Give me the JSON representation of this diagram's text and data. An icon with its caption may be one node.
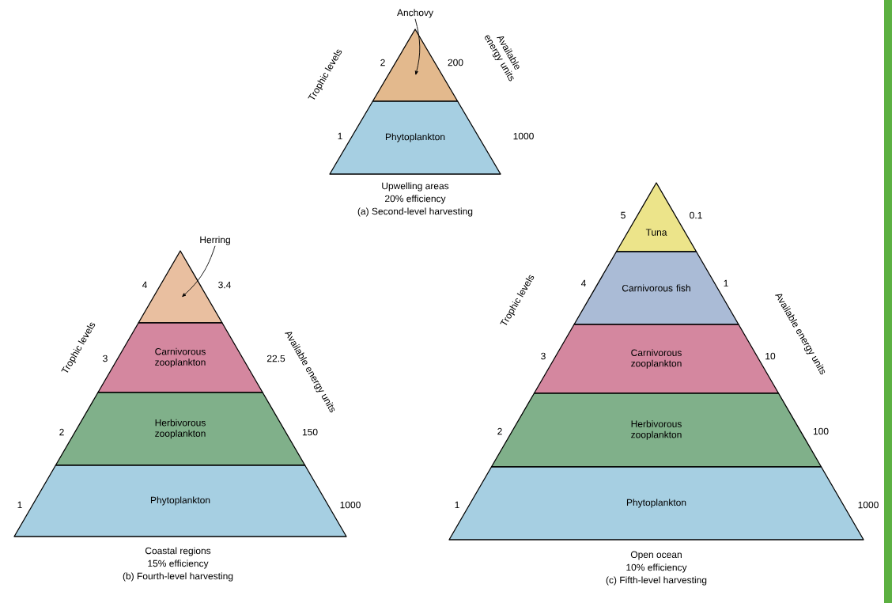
{
  "diagram": {
    "nodes": [
      {
        "text": [
          "Anchovy"
        ]
      },
      {
        "text": [],
        "shape": "triangle"
      },
      {
        "text": [
          "Phytoplankton"
        ]
      },
      {
        "text": [
          "Herring"
        ]
      },
      {
        "text": [],
        "shape": "triangle"
      },
      {
        "text": [
          "Carnivorous zooplankton"
        ]
      },
      {
        "text": [
          "Herbivorous zooplankton"
        ]
      },
      {
        "text": [
          "Phytoplankton"
        ]
      },
      {
        "text": [
          "Tuna"
        ]
      },
      {
        "text": [
          "Carnivorous fish"
        ]
      },
      {
        "text": [
          "Carnivorous zooplankton"
        ]
      },
      {
        "text": [
          "Herbivorous zooplankton"
        ]
      },
      {
        "text": [
          "Phytoplankton"
        ]
      }
    ],
    "edges": [
      {
        "from": 0,
        "to": 1,
        "arrow": "to"
      },
      {
        "from": 3,
        "to": 4,
        "arrow": "to"
      }
    ],
    "labels": [
      "Trophic levels",
      "2",
      "200",
      "Available energy units",
      "1",
      "1000",
      "Upwelling areas",
      "20% efficiency",
      "(a) Second-level harvesting",
      "Trophic levels",
      "4",
      "3.4",
      "3",
      "22.5",
      "Available energy units",
      "2",
      "150",
      "1",
      "1000",
      "Coastal regions",
      "15% efficiency",
      "(b) Fourth-level harvesting",
      "5",
      "0.1",
      "Trophic levels",
      "4",
      "1",
      "Available energy units",
      "3",
      "10",
      "2",
      "100",
      "1",
      "1000",
      "Open ocean",
      "10% efficiency",
      "(c) Fifth-level harvesting"
    ]
  }
}
